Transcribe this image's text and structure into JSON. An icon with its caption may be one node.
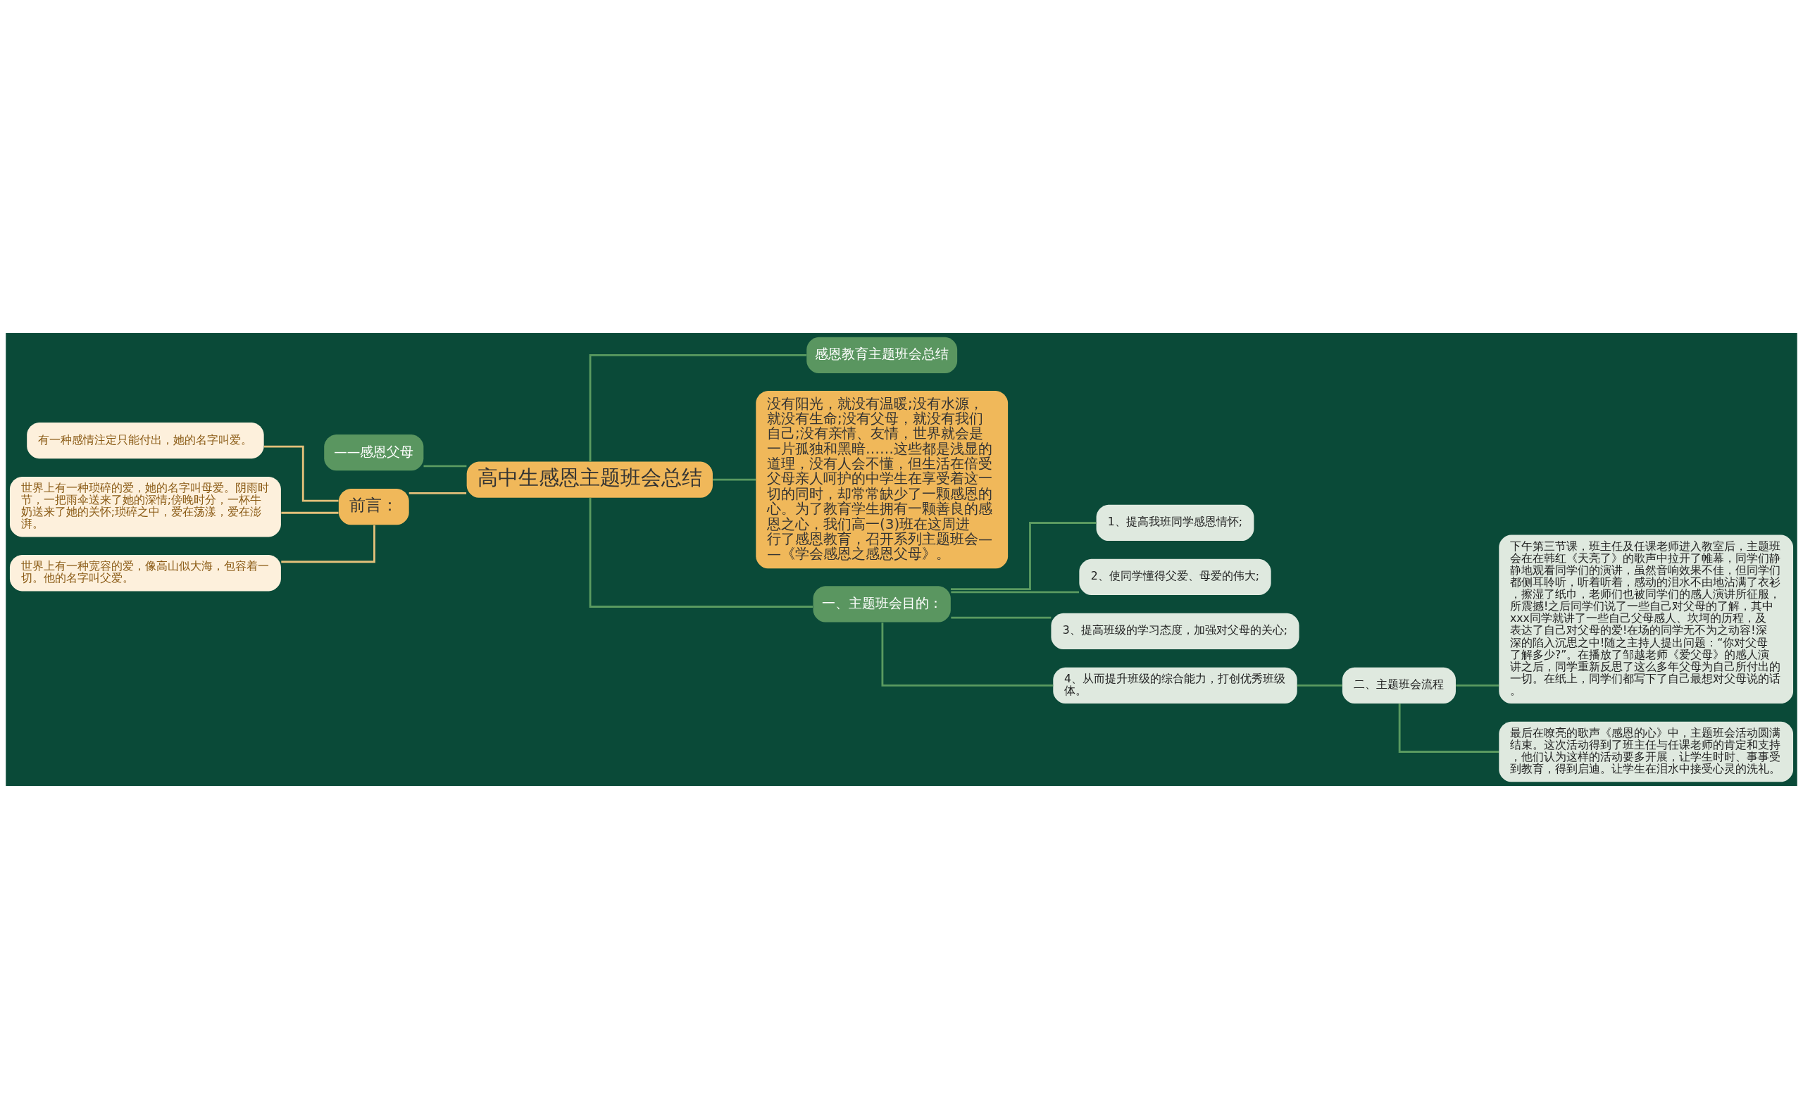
{
  "diagram": {
    "nodes": [
      {
        "text": [
          "高中生感恩主题班会总结"
        ]
      },
      {
        "text": [
          "——感恩父母"
        ]
      },
      {
        "text": [
          "前言："
        ]
      },
      {
        "text": [
          "有一种感情注定只能付出，她的名字叫爱。"
        ]
      },
      {
        "text": [
          "世界上有一种琐碎的爱，她的名字叫母爱。阴雨时节，一把雨伞送来了她的深情;傍晚时分，一杯牛奶送来了她的关怀;琐碎之中，爱在荡漾，爱在澎湃。"
        ]
      },
      {
        "text": [
          "世界上有一种宽容的爱，像高山似大海，包容着一切。他的名字叫父爱。"
        ]
      },
      {
        "text": [
          "感恩教育主题班会总结"
        ]
      },
      {
        "text": [
          "没有阳光，就没有温暖;没有水源，就没有生命;没有父母，就没有我们自己;没有亲情、友情，世界就会是一片孤独和黑暗……这些都是浅显的道理，没有人会不懂，但生活在倍受父母亲人呵护的中学生在享受着这一切的同时，却常常缺少了一颗感恩的心。为了教育学生拥有一颗善良的感恩之心，我们高一(3)班在这周进行了感恩教育，召开系列主题班会——《学会感恩之感恩父母》。"
        ]
      },
      {
        "text": [
          "一、主题班会目的："
        ]
      },
      {
        "text": [
          "1、提高我班同学感恩情怀;"
        ]
      },
      {
        "text": [
          "2、使同学懂得父爱、母爱的伟大;"
        ]
      },
      {
        "text": [
          "3、提高班级的学习态度，加强对父母的关心;"
        ]
      },
      {
        "text": [
          "4、从而提升班级的综合能力，打创优秀班级体。"
        ]
      },
      {
        "text": [
          "二、主题班会流程"
        ]
      },
      {
        "text": [
          "下午第三节课，班主任及任课老师进入教室后，主题班会在在韩红《天亮了》的歌声中拉开了帷幕，同学们静静地观看同学们的演讲，虽然音响效果不佳，但同学们都侧耳聆听，听着听着，感动的泪水不由地沾满了衣衫，擦湿了纸巾，老师们也被同学们的感人演讲所征服，所震撼!之后同学们说了一些自己对父母的了解，其中xxx同学就讲了一些自己父母感人、坎坷的历程，及表达了自己对父母的爱!在场的同学无不为之动容!深深的陷入沉思之中!随之主持人提出问题：“你对父母了解多少?”。在播放了邹越老师《爱父母》的感人演讲之后，同学重新反思了这么多年父母为自己所付出的一切。在纸上，同学们都写下了自己最想对父母说的话。"
        ]
      },
      {
        "text": [
          "最后在嘹亮的歌声《感恩的心》中，主题班会活动圆满结束。这次活动得到了班主任与任课老师的肯定和支持，他们认为这样的活动要多开展，让学生时时、事事受到教育，得到启迪。让学生在泪水中接受心灵的洗礼。"
        ]
      }
    ],
    "edges": [
      {
        "from": 1,
        "to": 0,
        "arrow": "none"
      },
      {
        "from": 2,
        "to": 0,
        "arrow": "none",
        "color": "#e3c07a"
      },
      {
        "from": 3,
        "to": 2,
        "arrow": "none",
        "color": "#e3c07a"
      },
      {
        "from": 4,
        "to": 2,
        "arrow": "none",
        "color": "#e3c07a"
      },
      {
        "from": 5,
        "to": 2,
        "arrow": "none",
        "color": "#e3c07a"
      },
      {
        "from": 0,
        "to": 6,
        "arrow": "none"
      },
      {
        "from": 0,
        "to": 7,
        "arrow": "none"
      },
      {
        "from": 0,
        "to": 8,
        "arrow": "none"
      },
      {
        "from": 8,
        "to": 9,
        "arrow": "none"
      },
      {
        "from": 8,
        "to": 10,
        "arrow": "none"
      },
      {
        "from": 8,
        "to": 11,
        "arrow": "none"
      },
      {
        "from": 8,
        "to": 12,
        "arrow": "none"
      },
      {
        "from": 12,
        "to": 13,
        "arrow": "none"
      },
      {
        "from": 13,
        "to": 14,
        "arrow": "none"
      },
      {
        "from": 13,
        "to": 15,
        "arrow": "none"
      }
    ]
  }
}
